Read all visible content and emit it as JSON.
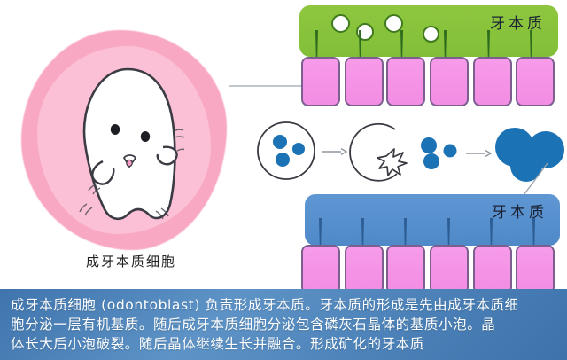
{
  "illustration": {
    "cell_label": "成牙本质细胞",
    "cell_name": "odontoblast-cartoon",
    "colors": {
      "blob_outer": "#f9a8c4",
      "blob_inner": "#fbc0d5",
      "body_fill": "#ffffff",
      "outline": "#3b3b44"
    }
  },
  "top_panel": {
    "label": "牙本质",
    "color": "#8cc63e",
    "vesicle_count": 4,
    "process_count": 6,
    "cell_count": 6,
    "cell_color": "#f59ae8",
    "process_color": "#2f6d1e"
  },
  "bottom_panel": {
    "label": "牙本质",
    "color": "#5b94d1",
    "vesicle_count": 0,
    "process_count": 6,
    "cell_count": 6,
    "cell_color": "#f59ae8",
    "process_color": "#2d5c93"
  },
  "sequence": {
    "crystal_color": "#1b72b5",
    "outline_color": "#3a3a42",
    "steps": [
      {
        "name": "matrix-vesicle-with-crystals",
        "crystals": 3
      },
      {
        "name": "vesicle-rupturing",
        "crystals": 0
      },
      {
        "name": "free-crystals",
        "crystals": 3
      },
      {
        "name": "fused-crystal-mass",
        "crystals": 3
      }
    ],
    "arrow_count": 3
  },
  "arrows": {
    "cell_to_matrix": "arrow-right",
    "crystal_to_dentin": "arrow-diagonal-down-left"
  },
  "caption": {
    "background": "#4a7fb5",
    "text_color": "#ffffff",
    "lines": [
      "成牙本质细胞 (odontoblast) 负责形成牙本质。牙本质的形成是先由成牙本质细",
      "胞分泌一层有机基质。随后成牙本质细胞分泌包含磷灰石晶体的基质小泡。晶",
      "体长大后小泡破裂。随后晶体继续生长并融合。形成矿化的牙本质"
    ]
  }
}
